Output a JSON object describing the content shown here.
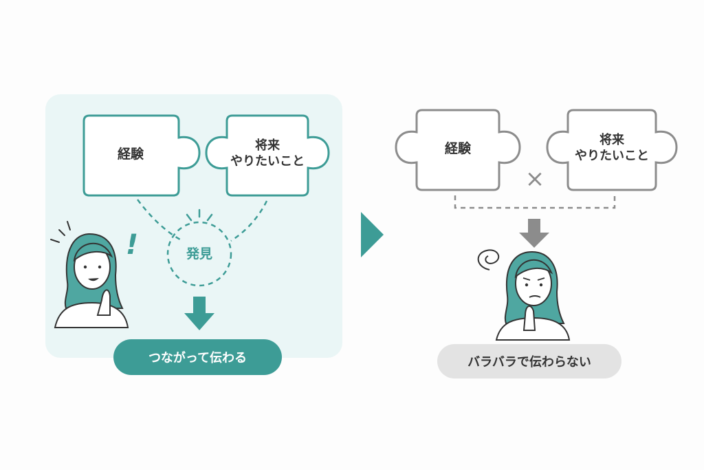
{
  "colors": {
    "teal": "#3d9c96",
    "teal_light": "#eaf6f6",
    "gray": "#8c8c8c",
    "gray_pill": "#e3e3e3",
    "text": "#333333",
    "skin": "#ffffff",
    "hair_teal": "#4fa7a1"
  },
  "left_panel": {
    "piece_experience": "経験",
    "piece_future_line1": "将来",
    "piece_future_line2": "やりたいこと",
    "discovery": "発見",
    "exclaim": "!",
    "result": "つながって伝わる"
  },
  "transition_icon": "right-triangle-arrow-icon",
  "right_panel": {
    "piece_experience": "経験",
    "piece_future_line1": "将来",
    "piece_future_line2": "やりたいこと",
    "cross": "×",
    "result": "バラバラで伝わらない"
  }
}
